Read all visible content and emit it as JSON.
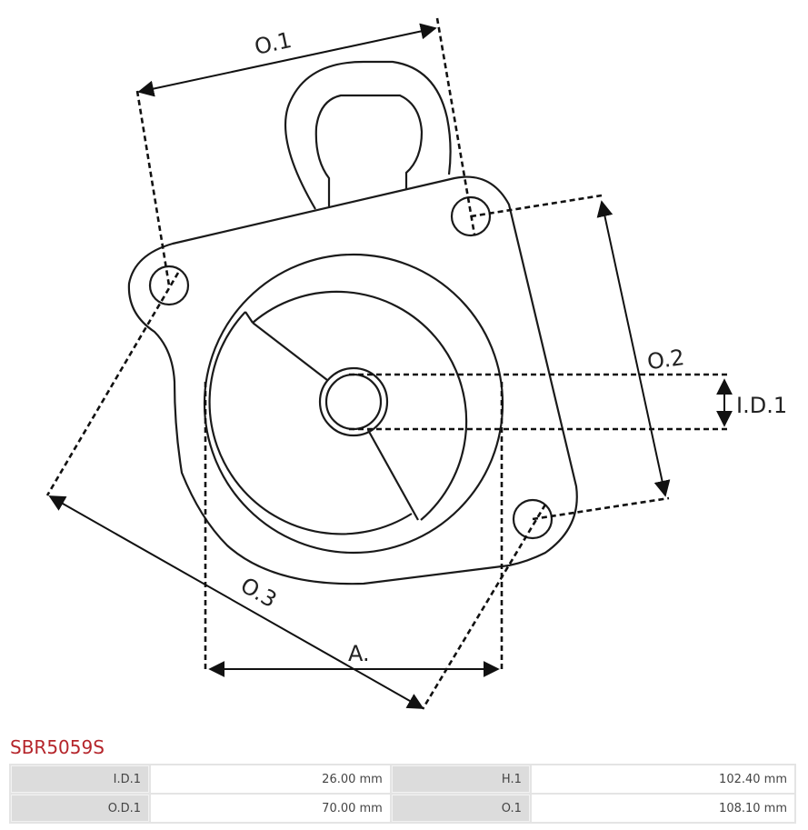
{
  "drawing": {
    "labels": {
      "o1": "O.1",
      "o2": "O.2",
      "o3": "O.3",
      "id1": "I.D.1",
      "a": "A."
    }
  },
  "part": {
    "number": "SBR5059S",
    "title_color": "#b5252b"
  },
  "specs": {
    "rows": [
      [
        {
          "label": "I.D.1",
          "value": "26.00 mm"
        },
        {
          "label": "H.1",
          "value": "102.40  mm"
        }
      ],
      [
        {
          "label": "O.D.1",
          "value": "70.00  mm"
        },
        {
          "label": "O.1",
          "value": "108.10  mm"
        }
      ]
    ]
  }
}
